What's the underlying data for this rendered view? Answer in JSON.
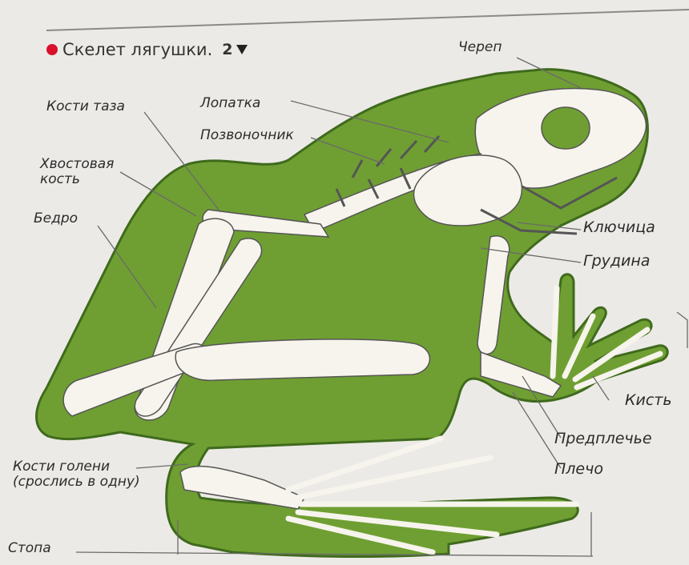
{
  "colors": {
    "background": "#eceae6",
    "body_fill": "#6f9f32",
    "body_outline": "#3f6a1d",
    "bone": "#f6f4ec",
    "bone_outline": "#555555",
    "bullet": "#d8102b",
    "leader_line": "#6a6a6a"
  },
  "icons": {
    "bullet": "red-dot-icon",
    "marker": "down-triangle-icon"
  },
  "title": {
    "text": "Скелет лягушки.",
    "number": "2"
  },
  "labels": {
    "skull": "Череп",
    "pelvis": "Кости таза",
    "scapula": "Лопатка",
    "spine": "Позвоночник",
    "urostyle": "Хвостовая кость",
    "femur": "Бедро",
    "clavicle": "Ключица",
    "sternum": "Грудина",
    "hand": "Кисть",
    "forearm": "Предплечье",
    "humerus": "Плечо",
    "shin": "Кости голени (срослись в одну)",
    "foot": "Стопа"
  }
}
